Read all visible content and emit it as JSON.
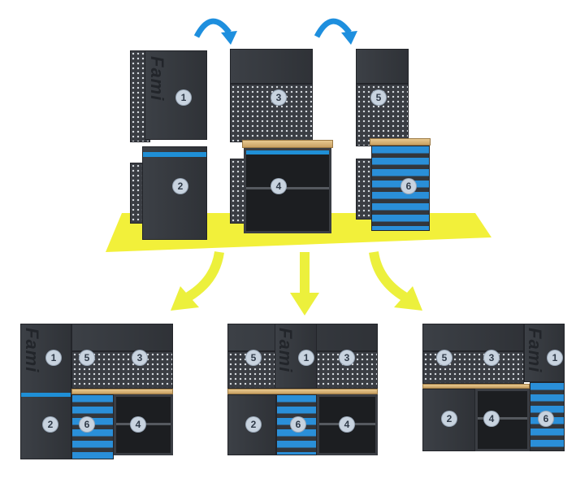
{
  "logo_text": "Fami",
  "markers": {
    "n1": "1",
    "n2": "2",
    "n3": "3",
    "n4": "4",
    "n5": "5",
    "n6": "6"
  },
  "colors": {
    "floor": "#f2f03a",
    "arrow_yellow": "#ecf03c",
    "arrow_blue": "#1e8fde",
    "cabinet": "#3a3d42",
    "accent": "#1f8fd6"
  }
}
